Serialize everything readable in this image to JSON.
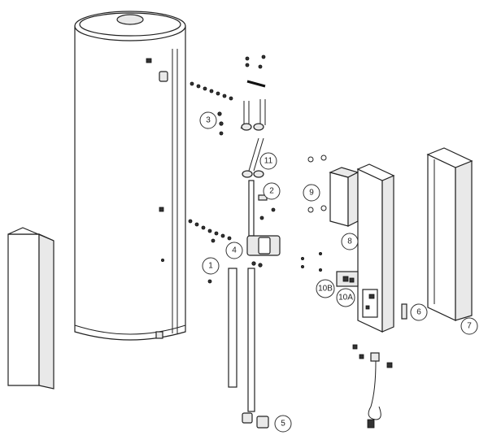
{
  "diagram": {
    "callouts": [
      {
        "id": "c1",
        "label": "1"
      },
      {
        "id": "c2",
        "label": "2"
      },
      {
        "id": "c3",
        "label": "3"
      },
      {
        "id": "c4",
        "label": "4"
      },
      {
        "id": "c5",
        "label": "5"
      },
      {
        "id": "c6",
        "label": "6"
      },
      {
        "id": "c7",
        "label": "7"
      },
      {
        "id": "c8",
        "label": "8"
      },
      {
        "id": "c9",
        "label": "9"
      },
      {
        "id": "c10a",
        "label": "10A"
      },
      {
        "id": "c10b",
        "label": "10B"
      },
      {
        "id": "c11",
        "label": "11"
      }
    ]
  }
}
